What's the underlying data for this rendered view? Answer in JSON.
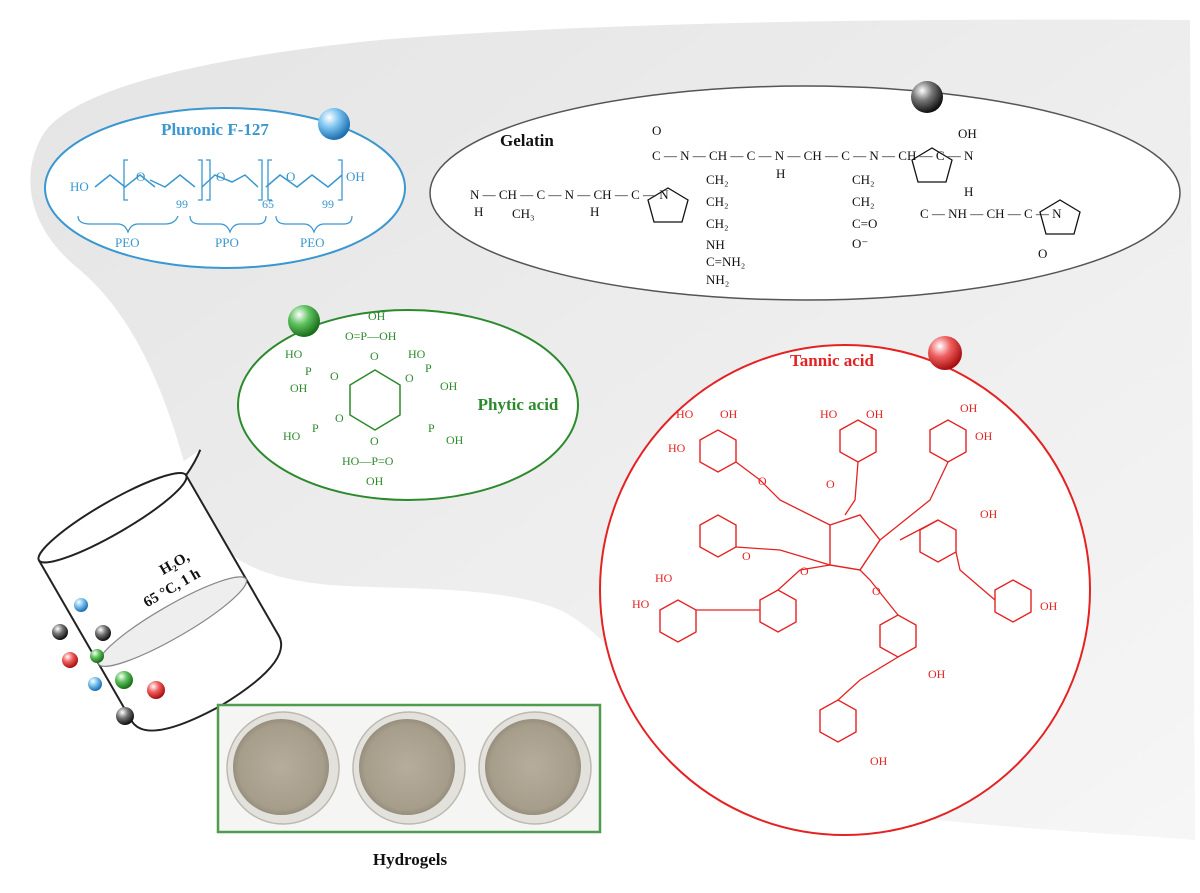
{
  "colors": {
    "pluronic": "#3a97d0",
    "gelatin": "#333333",
    "phytic": "#2c8a2c",
    "tannic": "#e52222",
    "backdrop": "#ececec",
    "photo_frame": "#4f9c4f"
  },
  "pluronic": {
    "title": "Pluronic F-127",
    "formula": {
      "ho": "HO",
      "oh": "OH",
      "o1": "O",
      "o2": "O",
      "o3": "O",
      "n1": "99",
      "n2": "65",
      "n3": "99"
    },
    "blocks": [
      "PEO",
      "PPO",
      "PEO"
    ]
  },
  "gelatin": {
    "title": "Gelatin",
    "chain_top": "C — N — CH — C — N — CH — C — N — CH — C — N",
    "chain_bottom": "N — CH — C — N — CH — C — N",
    "chain_right": "C — NH — CH — C — N",
    "h_labels": [
      "H",
      "H",
      "H",
      "H"
    ],
    "side_groups": [
      "CH₃",
      "CH₂",
      "CH₂",
      "CH₂",
      "NH",
      "C=NH₂",
      "NH₂",
      "CH₂",
      "CH₂",
      "C=O",
      "O⁻",
      "OH",
      "O",
      "O"
    ]
  },
  "phytic": {
    "title": "Phytic acid",
    "labels": [
      "OH",
      "O=P—OH",
      "O",
      "HO",
      "P",
      "OH",
      "O",
      "HO",
      "P",
      "O",
      "OH",
      "HO",
      "P",
      "O",
      "P",
      "OH",
      "O",
      "HO—P=O",
      "OH"
    ]
  },
  "tannic": {
    "title": "Tannic acid",
    "labels": [
      "HO",
      "OH",
      "OH",
      "HO",
      "OH",
      "HO",
      "OH",
      "O",
      "O",
      "HO",
      "OH",
      "HO",
      "OH",
      "O",
      "O",
      "O",
      "OH",
      "OH"
    ]
  },
  "beaker": {
    "condition_line1": "H₂O,",
    "condition_line2": "65 °C, 1 h"
  },
  "photo": {
    "caption": "Hydrogels"
  }
}
